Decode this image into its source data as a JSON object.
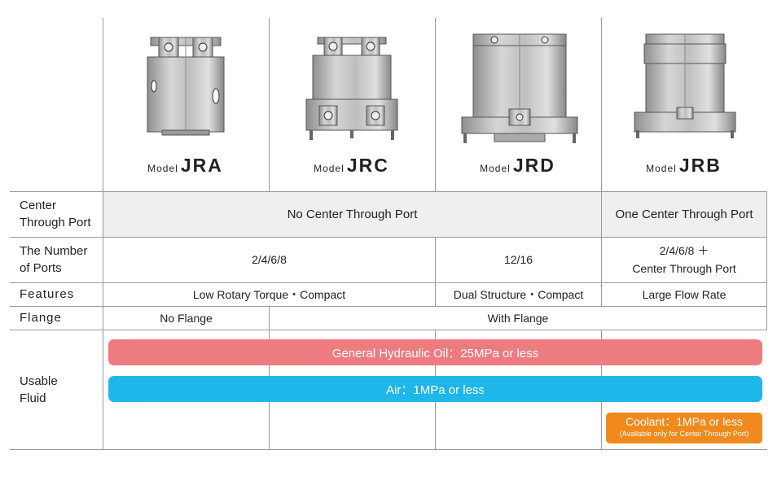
{
  "models": [
    {
      "prefix": "Model",
      "code": "JRA",
      "image": "jra-rotary-joint-image"
    },
    {
      "prefix": "Model",
      "code": "JRC",
      "image": "jrc-rotary-joint-image"
    },
    {
      "prefix": "Model",
      "code": "JRD",
      "image": "jrd-rotary-joint-image"
    },
    {
      "prefix": "Model",
      "code": "JRB",
      "image": "jrb-rotary-joint-image"
    }
  ],
  "rows": {
    "center_through_port": {
      "label_line1": "Center",
      "label_line2": "Through Port",
      "no_port": "No Center Through Port",
      "one_port": "One Center Through Port"
    },
    "number_of_ports": {
      "label_line1": "The Number",
      "label_line2": "of Ports",
      "jra_jrc": "2/4/6/8",
      "jrd": "12/16",
      "jrb_line1": "2/4/6/8 ＋",
      "jrb_line2": "Center Through Port"
    },
    "features": {
      "label": "Features",
      "jra_jrc": "Low Rotary Torque・Compact",
      "jrd": "Dual Structure・Compact",
      "jrb": "Large Flow Rate"
    },
    "flange": {
      "label": "Flange",
      "jra": "No Flange",
      "others": "With Flange"
    },
    "usable_fluid": {
      "label_line1": "Usable",
      "label_line2": "Fluid",
      "hydraulic_oil": "General Hydraulic Oil：25MPa or less",
      "air": "Air：1MPa or less",
      "coolant": "Coolant：1MPa or less",
      "coolant_note": "(Available only for Center Through Port)"
    }
  },
  "colors": {
    "hydraulic_bar": "#ee7b80",
    "air_bar": "#1fb6ea",
    "coolant_box": "#f08a1c",
    "shaded_row": "#efefef",
    "grid_line": "#9a9a9a"
  }
}
